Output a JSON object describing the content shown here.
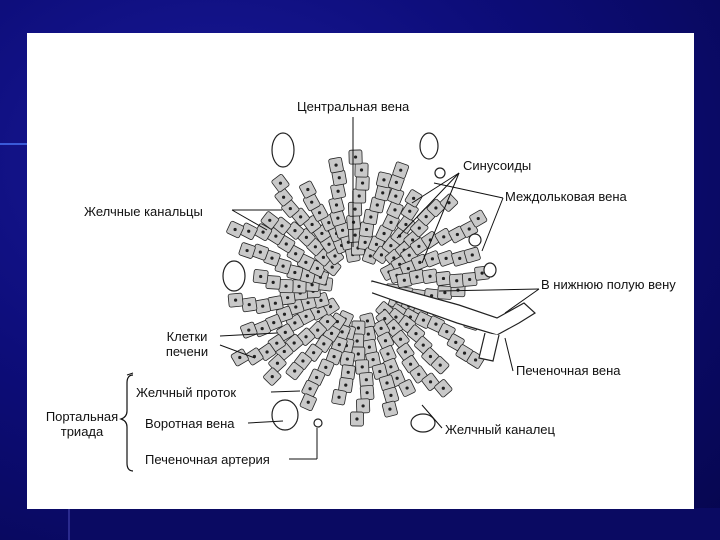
{
  "labels": {
    "central_vein": "Центральная вена",
    "sinusoids": "Синусоиды",
    "interlobular_vein": "Междольковая вена",
    "to_ivc": "В нижнюю полую вену",
    "bile_canaliculi": "Желчные канальцы",
    "liver_cells_1": "Клетки",
    "liver_cells_2": "печени",
    "hepatic_vein": "Печеночная вена",
    "bile_duct": "Желчный проток",
    "portal_vein": "Воротная вена",
    "portal_triad_1": "Портальная",
    "portal_triad_2": "триада",
    "bile_canaliculus": "Желчный каналец",
    "hepatic_artery": "Печеночная артерия"
  },
  "colors": {
    "background": "#0d0d7a",
    "slide": "#ffffff",
    "ink": "#111111",
    "cell_fill": "#c9c9c9"
  }
}
